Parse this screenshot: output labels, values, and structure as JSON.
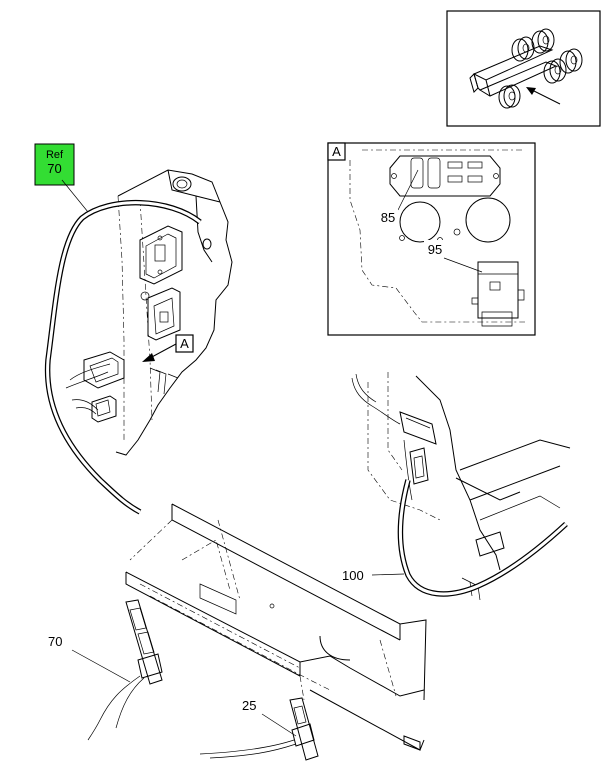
{
  "ref_tag": {
    "line1": "Ref",
    "line2": "70",
    "color": "#33dd33"
  },
  "detail_view": {
    "letter": "A"
  },
  "callouts": {
    "c85": "85",
    "c95": "95",
    "c100": "100",
    "c70": "70",
    "c25": "25",
    "view_arrow": "A"
  },
  "colors": {
    "line": "#000000",
    "background": "#ffffff",
    "ref_highlight": "#33dd33"
  }
}
